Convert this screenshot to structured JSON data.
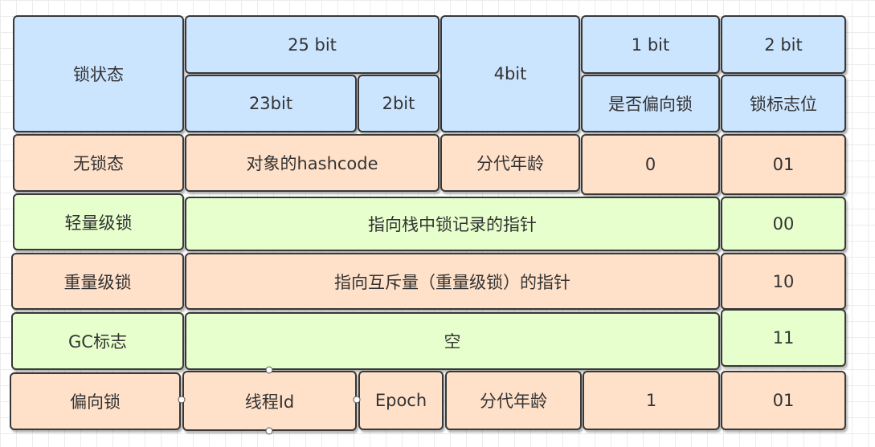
{
  "header": {
    "lock_state": "锁状态",
    "bits_25": "25 bit",
    "bits_4": "4bit",
    "bits_1": "1 bit",
    "bits_2": "2 bit",
    "bits_23": "23bit",
    "bits_2b": "2bit",
    "biased_flag": "是否偏向锁",
    "lock_flag": "锁标志位"
  },
  "rows": {
    "unlocked": {
      "state": "无锁态",
      "hash": "对象的hashcode",
      "age": "分代年龄",
      "biased": "0",
      "flag": "01"
    },
    "lightweight": {
      "state": "轻量级锁",
      "content": "指向栈中锁记录的指针",
      "flag": "00"
    },
    "heavyweight": {
      "state": "重量级锁",
      "content": "指向互斥量（重量级锁）的指针",
      "flag": "10"
    },
    "gc": {
      "state": "GC标志",
      "content": "空",
      "flag": "11"
    },
    "biased": {
      "state": "偏向锁",
      "thread": "线程Id",
      "epoch": "Epoch",
      "age": "分代年龄",
      "biased": "1",
      "flag": "01"
    }
  },
  "colors": {
    "header": "#cce5ff",
    "peach": "#ffe0c9",
    "green": "#e6ffcc",
    "border": "#383838"
  }
}
